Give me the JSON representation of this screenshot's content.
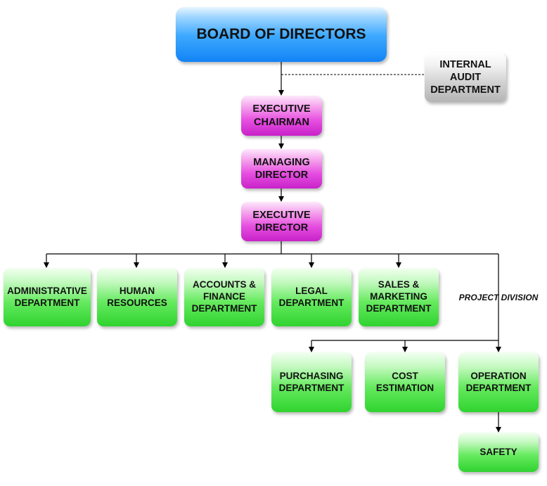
{
  "board": {
    "title": "BOARD OF DIRECTORS"
  },
  "internal_audit": {
    "line1": "INTERNAL",
    "line2": "AUDIT",
    "line3": "DEPARTMENT"
  },
  "executive_chairman": {
    "line1": "EXECUTIVE",
    "line2": "CHAIRMAN"
  },
  "managing_director": {
    "line1": "MANAGING",
    "line2": "DIRECTOR"
  },
  "executive_director": {
    "line1": "EXECUTIVE",
    "line2": "DIRECTOR"
  },
  "departments": [
    {
      "lines": [
        "ADMINISTRATIVE",
        "DEPARTMENT"
      ]
    },
    {
      "lines": [
        "HUMAN",
        "RESOURCES"
      ]
    },
    {
      "lines": [
        "ACCOUNTS &",
        "FINANCE",
        "DEPARTMENT"
      ]
    },
    {
      "lines": [
        "LEGAL",
        "DEPARTMENT"
      ]
    },
    {
      "lines": [
        "SALES &",
        "MARKETING",
        "DEPARTMENT"
      ]
    }
  ],
  "project_division": {
    "label": "PROJECT DIVISION",
    "units": [
      {
        "lines": [
          "PURCHASING",
          "DEPARTMENT"
        ]
      },
      {
        "lines": [
          "COST",
          "ESTIMATION"
        ]
      },
      {
        "lines": [
          "OPERATION",
          "DEPARTMENT"
        ]
      }
    ],
    "safety": {
      "label": "SAFETY"
    }
  },
  "colors": {
    "board": "#1283f5",
    "audit": "#c0c0c0",
    "executive": "#e64ee0",
    "department": "#3fdc3c",
    "connector": "#000000"
  }
}
